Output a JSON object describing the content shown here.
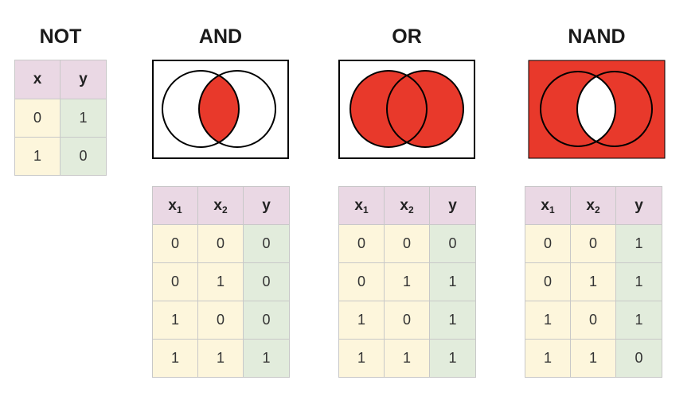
{
  "colors": {
    "fill": "#e8392b",
    "header_bg": "#ead8e4",
    "input_bg": "#fdf6dc",
    "output_bg": "#e2ecdc"
  },
  "not": {
    "title": "NOT",
    "headers": [
      "x",
      "y"
    ],
    "rows": [
      [
        "0",
        "1"
      ],
      [
        "1",
        "0"
      ]
    ]
  },
  "two_input_headers": {
    "x1_base": "x",
    "x1_sub": "1",
    "x2_base": "x",
    "x2_sub": "2",
    "y": "y"
  },
  "and": {
    "title": "AND",
    "rows": [
      [
        "0",
        "0",
        "0"
      ],
      [
        "0",
        "1",
        "0"
      ],
      [
        "1",
        "0",
        "0"
      ],
      [
        "1",
        "1",
        "1"
      ]
    ]
  },
  "or": {
    "title": "OR",
    "rows": [
      [
        "0",
        "0",
        "0"
      ],
      [
        "0",
        "1",
        "1"
      ],
      [
        "1",
        "0",
        "1"
      ],
      [
        "1",
        "1",
        "1"
      ]
    ]
  },
  "nand": {
    "title": "NAND",
    "rows": [
      [
        "0",
        "0",
        "1"
      ],
      [
        "0",
        "1",
        "1"
      ],
      [
        "1",
        "0",
        "1"
      ],
      [
        "1",
        "1",
        "0"
      ]
    ]
  }
}
